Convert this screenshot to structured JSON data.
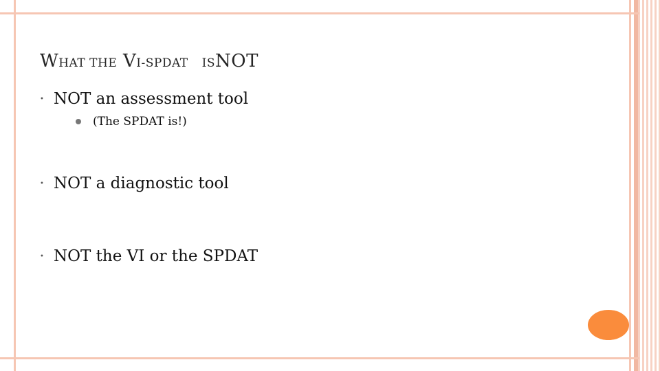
{
  "slide": {
    "title_parts": {
      "w": "W",
      "hat_the": "HAT THE",
      "v": "V",
      "i_dash": "I-",
      "spdat": "SPDAT",
      "is": "IS",
      "not": "NOT"
    },
    "bullets": [
      {
        "text": "NOT an assessment tool"
      },
      {
        "text": "NOT a diagnostic tool"
      },
      {
        "text": "NOT the VI or the SPDAT"
      }
    ],
    "sub_bullets": [
      {
        "text": "(The SPDAT is!)"
      }
    ],
    "colors": {
      "frame": "#f6c6b3",
      "accent_oval": "#fa8c3c"
    }
  }
}
